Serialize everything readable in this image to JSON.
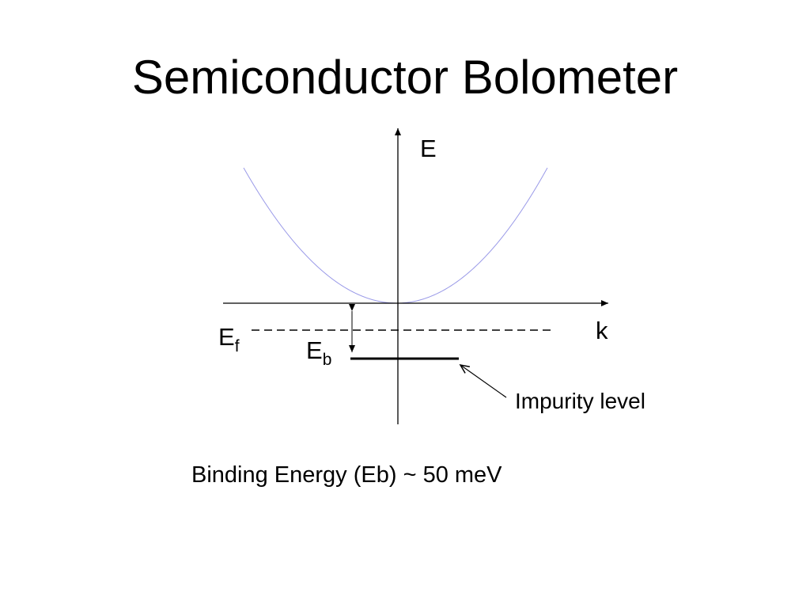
{
  "title": "Semiconductor Bolometer",
  "diagram": {
    "energy_axis_label": "E",
    "momentum_axis_label": "k",
    "fermi_level_label": {
      "main": "E",
      "sub": "f"
    },
    "binding_energy_label": {
      "main": "E",
      "sub": "b"
    },
    "impurity_label": "Impurity level"
  },
  "caption": "Binding Energy (Eb) ~ 50 meV",
  "colors": {
    "band_curve": "#9a9ae8",
    "lines": "#000000"
  }
}
